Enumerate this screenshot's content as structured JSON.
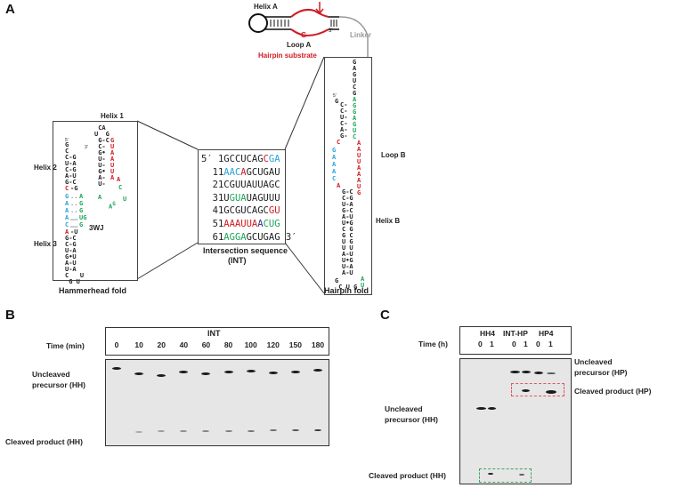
{
  "panelA": {
    "label": "A",
    "substrate": {
      "helix_label": "Helix A",
      "loop_label": "Loop A",
      "loop_nt": "G",
      "three_prime": "3′",
      "caption": "Hairpin substrate",
      "linker_label": "Linker"
    },
    "hammerhead": {
      "helix1_label": "Helix 1",
      "helix2_label": "Helix 2",
      "helix3_label": "Helix 3",
      "junction_label": "3WJ",
      "caption": "Hammerhead fold",
      "five_prime": "5′",
      "three_prime": "3′"
    },
    "intersection": {
      "caption_line1": "Intersection sequence",
      "caption_line2": "(INT)",
      "lines": [
        {
          "num": "1",
          "prefix": "5′",
          "segments": [
            {
              "t": "GCCUCAG",
              "c": "k"
            },
            {
              "t": "C",
              "c": "r"
            },
            {
              "t": "GA",
              "c": "b"
            }
          ]
        },
        {
          "num": "11",
          "segments": [
            {
              "t": "AAC",
              "c": "b"
            },
            {
              "t": "A",
              "c": "r"
            },
            {
              "t": "GCUGAU",
              "c": "k"
            }
          ]
        },
        {
          "num": "21",
          "segments": [
            {
              "t": "CGUUAUUAGC",
              "c": "k"
            }
          ]
        },
        {
          "num": "31",
          "segments": [
            {
              "t": "U",
              "c": "k"
            },
            {
              "t": "GUA",
              "c": "g"
            },
            {
              "t": "UAGUUU",
              "c": "k"
            }
          ]
        },
        {
          "num": "41",
          "segments": [
            {
              "t": "GCGUCAGC",
              "c": "k"
            },
            {
              "t": "GU",
              "c": "r"
            }
          ]
        },
        {
          "num": "51",
          "segments": [
            {
              "t": "AAAUUA",
              "c": "r"
            },
            {
              "t": "A",
              "c": "n"
            },
            {
              "t": "CUG",
              "c": "g"
            }
          ]
        },
        {
          "num": "61",
          "suffix": "3′",
          "segments": [
            {
              "t": "AGGA",
              "c": "g"
            },
            {
              "t": "GCUGAG",
              "c": "k"
            }
          ]
        }
      ]
    },
    "hairpin": {
      "loopB_label": "Loop B",
      "helixB_label": "Helix B",
      "caption": "Hairpin fold",
      "five_prime": "5′"
    }
  },
  "panelB": {
    "label": "B",
    "construct": "INT",
    "time_label": "Time (min)",
    "timepoints": [
      "0",
      "10",
      "20",
      "40",
      "60",
      "80",
      "100",
      "120",
      "150",
      "180"
    ],
    "row_labels": {
      "uncleaved_line1": "Uncleaved",
      "uncleaved_line2": "precursor  (HH)",
      "cleaved": "Cleaved product (HH)"
    },
    "cleaved_intensity": [
      0.0,
      0.12,
      0.2,
      0.3,
      0.35,
      0.38,
      0.45,
      0.5,
      0.65,
      0.8
    ]
  },
  "panelC": {
    "label": "C",
    "time_label": "Time (h)",
    "groups": [
      {
        "name": "HH4",
        "times": [
          "0",
          "1"
        ]
      },
      {
        "name": "INT-HP",
        "times": [
          "0",
          "1"
        ]
      },
      {
        "name": "HP4",
        "times": [
          "0",
          "1"
        ]
      }
    ],
    "row_labels": {
      "uncleaved_hp_line1": "Uncleaved",
      "uncleaved_hp_line2": "precursor  (HP)",
      "cleaved_hp": "Cleaved product (HP)",
      "uncleaved_hh_line1": "Uncleaved",
      "uncleaved_hh_line2": "precursor  (HH)",
      "cleaved_hh": "Cleaved product (HH)"
    },
    "highlight_colors": {
      "hp": "#e05560",
      "hh": "#3aa860"
    }
  }
}
